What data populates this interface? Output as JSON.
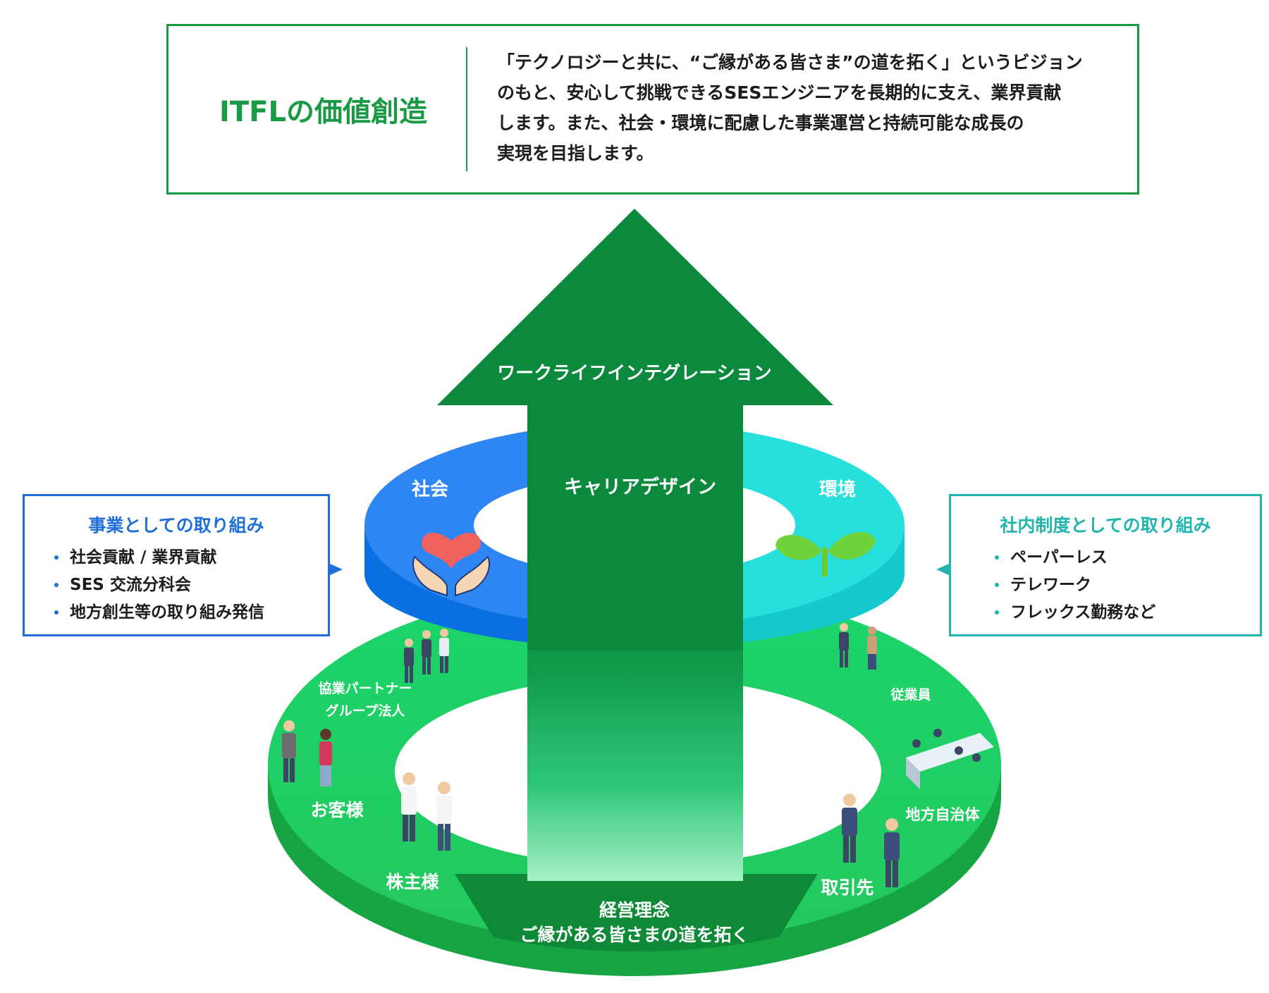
{
  "header": {
    "title": "ITFLの価値創造",
    "description_lines": [
      "「テクノロジーと共に、“ご縁がある皆さま”の道を拓く」というビジョン",
      "のもと、安心して挑戦できるSESエンジニアを長期的に支え、業界貢献",
      "します。また、社会・環境に配慮した事業運営と持続可能な成長の",
      "実現を目指します。"
    ]
  },
  "left_panel": {
    "title": "事業としての取り組み",
    "items": [
      "社会貢献 / 業界貢献",
      "SES 交流分科会",
      "地方創生等の取り組み発信"
    ]
  },
  "right_panel": {
    "title": "社内制度としての取り組み",
    "items": [
      "ペーパーレス",
      "テレワーク",
      "フレックス勤務など"
    ]
  },
  "arrow": {
    "label_top": "ワークライフインテグレーション",
    "label_mid": "キャリアデザイン"
  },
  "upper_ring": {
    "left_label": "社会",
    "right_label": "環境"
  },
  "lower_ring": {
    "stakeholders": {
      "partners_line1": "協業パートナー",
      "partners_line2": "グループ法人",
      "customers": "お客様",
      "shareholders": "株主様",
      "employees": "従業員",
      "local_gov": "地方自治体",
      "clients": "取引先"
    },
    "philosophy_line1": "経営理念",
    "philosophy_line2": "ご縁がある皆さまの道を拓く"
  },
  "colors": {
    "brand_green": "#1a9a45",
    "arrow_green": "#0b8a3e",
    "ring_blue": "#1f7ef0",
    "ring_cyan": "#1fd6d6",
    "lower_ring_green": "#22c755",
    "panel_blue": "#1f6fd8",
    "panel_teal": "#22b5ad"
  },
  "icons": [
    "heart-hands-icon",
    "sprout-icon",
    "person-figure-icon"
  ]
}
